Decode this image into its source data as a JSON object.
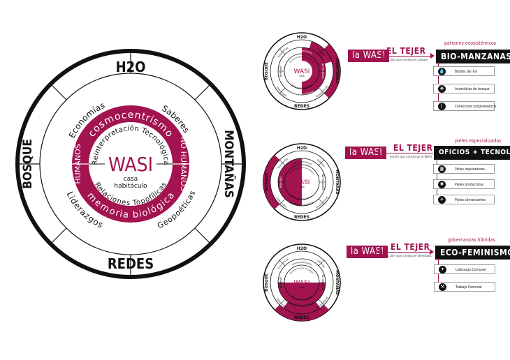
{
  "colors": {
    "accent": "#a2134f",
    "dark": "#111111",
    "ring": "#222222"
  },
  "main_wheel": {
    "center_title": "WASI",
    "center_sub1": "casa",
    "center_sub2": "habitáculo",
    "outer": {
      "top": "H2O",
      "bottom": "REDES",
      "left": "BOSQUE",
      "right": "MONTAÑAS"
    },
    "middle": {
      "tl": "Economías",
      "tr": "Saberes",
      "bl": "Liderazgos",
      "br": "Geopoéticas"
    },
    "band": {
      "top": "cosmocentrismo",
      "bottom": "memoria biológica",
      "left": "HUMANOS",
      "right": "NO HUMANOS"
    },
    "inner": {
      "top": "Reinterpretación Tecnológica",
      "bottom": "Relaciones Topofílicas"
    }
  },
  "mini_wheel_labels": {
    "top": "H2O",
    "bottom": "REDES",
    "left": "BOSQUE",
    "right": "MONTAÑAS",
    "center": "WASI",
    "center_sub": "casa",
    "tl": "Economías",
    "tr": "Saberes",
    "bl": "Liderazgos",
    "br": "Geopoéticas",
    "band_top": "cosmocentrismo",
    "band_bottom": "memoria biológica",
    "band_left": "HUMANOS",
    "band_right": "NO HUMANOS",
    "inner_top": "Reinterpretación Tecnológica",
    "inner_bottom": "Relaciones Topofílicas"
  },
  "rows": [
    {
      "wasi": "la WASI",
      "tejer": "EL TEJER",
      "tejer_sub": "acción que construye paisaje",
      "category_sub": "patrones ecosistémicos",
      "category": "BIO-MANZANAS",
      "items": [
        {
          "icon": "water-drop-icon",
          "glyph": "💧",
          "label": "Bordes de ríos"
        },
        {
          "icon": "forest-icon",
          "glyph": "❋",
          "label": "Intersticios de bosque"
        },
        {
          "icon": "walker-icon",
          "glyph": "🚶",
          "label": "Conectores programáticos"
        }
      ]
    },
    {
      "wasi": "la WASI",
      "tejer": "EL TEJER",
      "tejer_sub": "acción que construye la WASI",
      "category_sub": "pieles especializadas",
      "category": "OFICIOS + TECNOLOGÍA",
      "items": [
        {
          "icon": "filter-skin-icon",
          "glyph": "▦",
          "label": "Pieles depuradoras"
        },
        {
          "icon": "productive-skin-icon",
          "glyph": "✺",
          "label": "Pieles productoras"
        },
        {
          "icon": "climate-skin-icon",
          "glyph": "☀",
          "label": "Pieles climatizantes"
        }
      ]
    },
    {
      "wasi": "la WASI",
      "tejer": "EL TEJER",
      "tejer_sub": "acción que construye identidad.",
      "category_sub": "gobernanzas híbridas",
      "category": "ECO-FEMINISMO",
      "items": [
        {
          "icon": "community-leadership-icon",
          "glyph": "✦",
          "label": "Liderazgo Comunal"
        },
        {
          "icon": "communal-work-icon",
          "glyph": "⚒",
          "label": "Trabajo Comunal"
        }
      ]
    }
  ]
}
